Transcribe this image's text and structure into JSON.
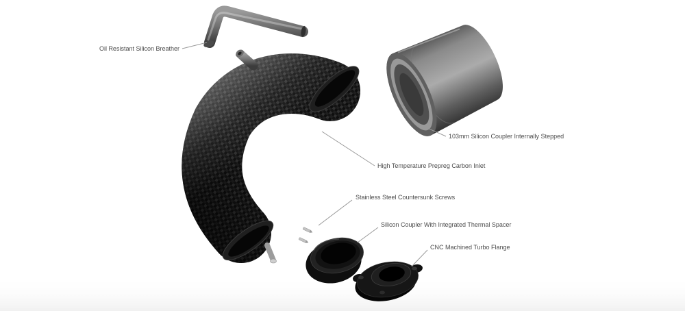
{
  "diagram": {
    "type": "exploded-parts-diagram",
    "background": "#ffffff",
    "labels": {
      "breather": "Oil Resistant Silicon Breather",
      "coupler_103mm": "103mm Silicon Coupler Internally Stepped",
      "carbon_inlet": "High Temperature Prepreg Carbon Inlet",
      "screws": "Stainless Steel Countersunk Screws",
      "thermal_coupler": "Silicon Coupler With Integrated Thermal Spacer",
      "turbo_flange": "CNC Machined Turbo Flange"
    },
    "colors": {
      "label_text": "#4a4a4a",
      "leader_line": "#999999",
      "silicone_gray": "#8f8f8f",
      "carbon_fiber_black": "#141414",
      "hardware_silver": "#c4c4c4",
      "rubber_black": "#0e0e0e"
    }
  }
}
